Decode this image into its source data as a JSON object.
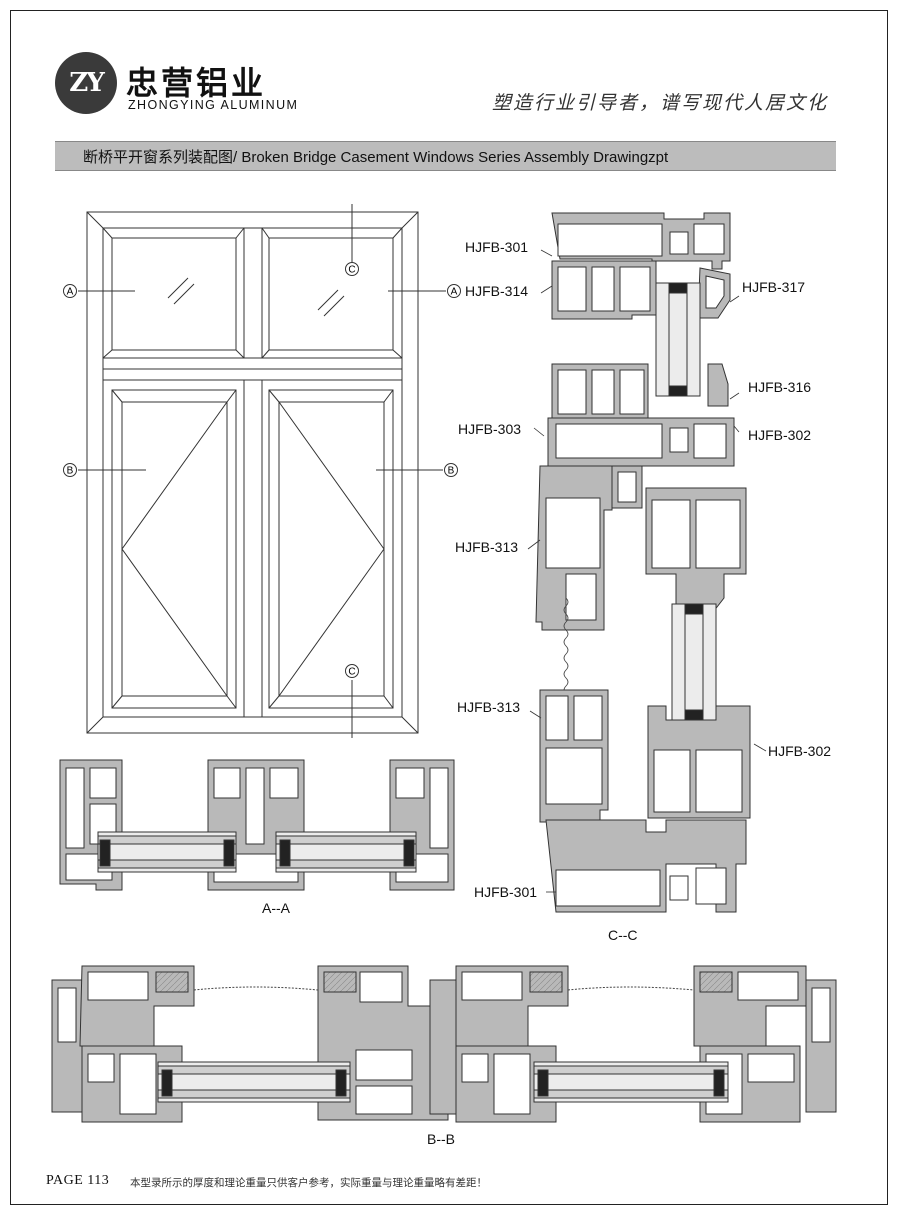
{
  "header": {
    "logo_mark": "ZY",
    "brand_cn": "忠营铝业",
    "brand_en": "ZHONGYING ALUMINUM",
    "slogan": "塑造行业引导者，谱写现代人居文化"
  },
  "title": {
    "text": "断桥平开窗系列装配图/ Broken Bridge Casement Windows Series Assembly Drawingzpt"
  },
  "elevation": {
    "section_markers": [
      "A",
      "A",
      "B",
      "B",
      "C",
      "C"
    ]
  },
  "parts": {
    "p301_top": "HJFB-301",
    "p314": "HJFB-314",
    "p317": "HJFB-317",
    "p316": "HJFB-316",
    "p303": "HJFB-303",
    "p302_a": "HJFB-302",
    "p313_a": "HJFB-313",
    "p313_b": "HJFB-313",
    "p302_b": "HJFB-302",
    "p301_bottom": "HJFB-301"
  },
  "captions": {
    "aa": "A--A",
    "bb": "B--B",
    "cc": "C--C"
  },
  "footer": {
    "page": "PAGE  113",
    "note": "本型录所示的厚度和理论重量只供客户参考，实际重量与理论重量略有差距！"
  },
  "colors": {
    "profile_fill": "#b9b9b9",
    "glass_fill": "#ececec",
    "title_bar": "#bcbcbc",
    "seal": "#222222"
  }
}
